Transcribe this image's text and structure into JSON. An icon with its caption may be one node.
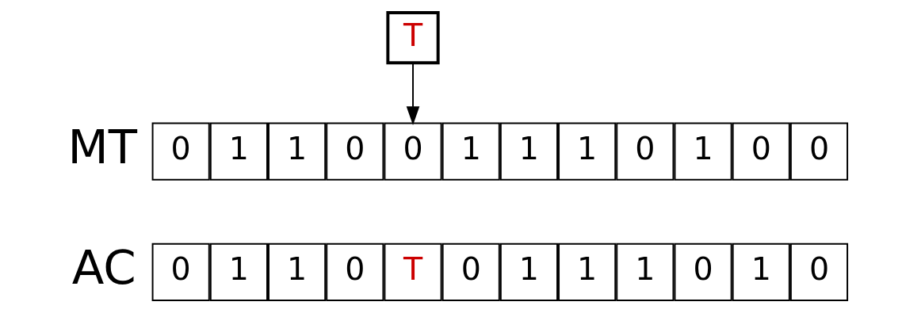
{
  "diagram": {
    "nodes": [
      {
        "text": [
          "T"
        ]
      },
      {
        "text": [
          "0"
        ]
      },
      {
        "text": [
          "1"
        ]
      },
      {
        "text": [
          "1"
        ]
      },
      {
        "text": [
          "0"
        ]
      },
      {
        "text": [
          "0"
        ]
      },
      {
        "text": [
          "1"
        ]
      },
      {
        "text": [
          "1"
        ]
      },
      {
        "text": [
          "1"
        ]
      },
      {
        "text": [
          "0"
        ]
      },
      {
        "text": [
          "1"
        ]
      },
      {
        "text": [
          "0"
        ]
      },
      {
        "text": [
          "0"
        ]
      },
      {
        "text": [
          "0"
        ]
      },
      {
        "text": [
          "1"
        ]
      },
      {
        "text": [
          "1"
        ]
      },
      {
        "text": [
          "0"
        ]
      },
      {
        "text": [
          "T"
        ]
      },
      {
        "text": [
          "0"
        ]
      },
      {
        "text": [
          "1"
        ]
      },
      {
        "text": [
          "1"
        ]
      },
      {
        "text": [
          "1"
        ]
      },
      {
        "text": [
          "0"
        ]
      },
      {
        "text": [
          "1"
        ]
      },
      {
        "text": [
          "0"
        ]
      }
    ],
    "edges": [
      {
        "from": 0,
        "to": 5,
        "arrow": "to"
      }
    ],
    "labels": [
      "MT",
      "AC"
    ]
  }
}
